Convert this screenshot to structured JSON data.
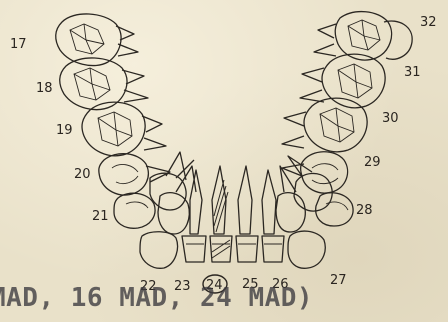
{
  "tooth_numbers": {
    "t17": "17",
    "t18": "18",
    "t19": "19",
    "t20": "20",
    "t21": "21",
    "t22": "22",
    "t23": "23",
    "t24": "24",
    "t25": "25",
    "t26": "26",
    "t27": "27",
    "t28": "28",
    "t29": "29",
    "t30": "30",
    "t31": "31",
    "t32": "32"
  },
  "highlighted_tooth": "24",
  "caption": "MAD, 16 MAD, 24 MAD)",
  "colors": {
    "ink": "#2b2722",
    "paper": "#e9e1c9",
    "caption": "#3c3a3f"
  }
}
